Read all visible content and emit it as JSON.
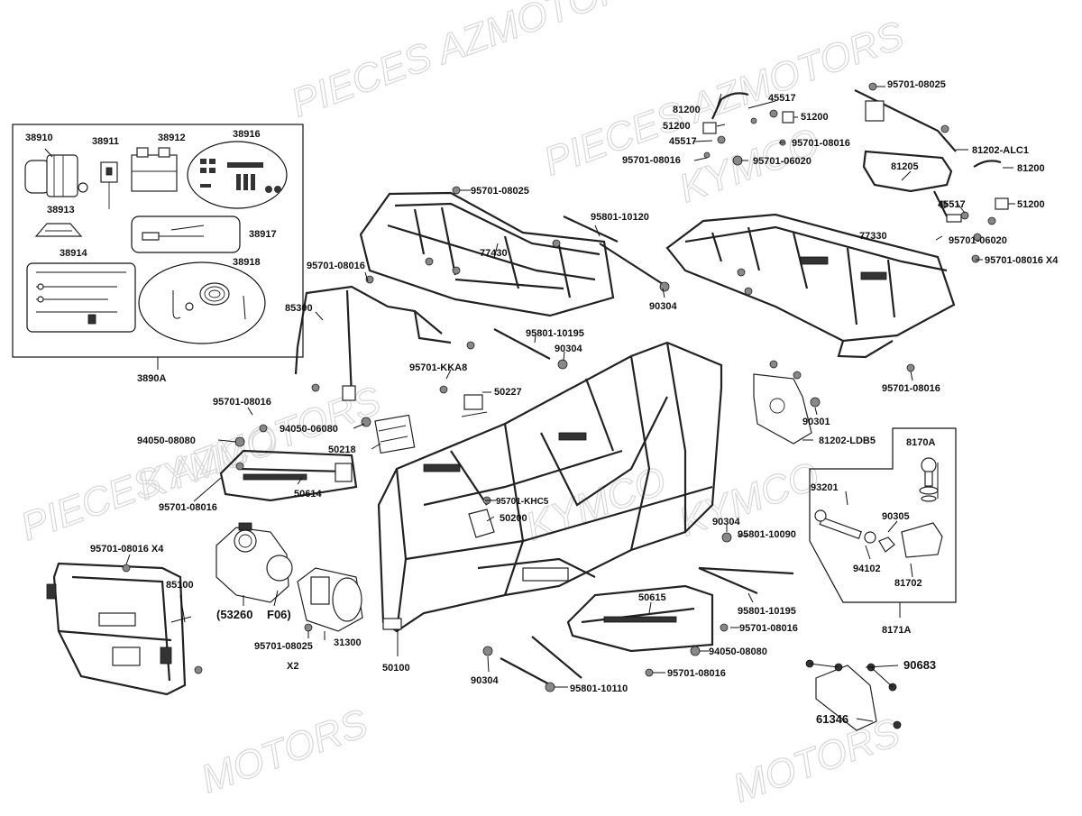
{
  "watermarks": [
    {
      "text": "PIECES AZMOTORS"
    },
    {
      "text": "PIECES AZMOTORS"
    },
    {
      "text": "KYMCO"
    },
    {
      "text": "KYMCO"
    },
    {
      "text": "PIECES AZMOTORS"
    },
    {
      "text": "KYMCO"
    },
    {
      "text": "KYMCO"
    },
    {
      "text": "MOTORS"
    },
    {
      "text": "MOTORS"
    }
  ],
  "labels": {
    "l38910": "38910",
    "l38911": "38911",
    "l38912": "38912",
    "l38916": "38916",
    "l38913": "38913",
    "l38917": "38917",
    "l38914": "38914",
    "l38918": "38918",
    "l3890A": "3890A",
    "l95701_08025_a": "95701-08025",
    "l77430": "77430",
    "l95801_10120": "95801-10120",
    "l95701_08016_a": "95701-08016",
    "l85300": "85300",
    "l90304_a": "90304",
    "l95801_10195_a": "95801-10195",
    "l90304_b": "90304",
    "l95701_KKA8": "95701-KKA8",
    "l50227": "50227",
    "l95701_08016_b": "95701-08016",
    "l94050_06080": "94050-06080",
    "l94050_08080_a": "94050-08080",
    "l50218": "50218",
    "l50614": "50614",
    "l95701_08016_c": "95701-08016",
    "l95701_KHC5": "95701-KHC5",
    "l50200": "50200",
    "l95701_08016_x4_a": "95701-08016 X4",
    "l85100": "85100",
    "l53260": "(53260",
    "lF06": "F06)",
    "l95701_08025_b": "95701-08025",
    "l31300": "31300",
    "lX2": "X2",
    "l50100": "50100",
    "l81200_a": "81200",
    "l45517_a": "45517",
    "l51200_a": "51200",
    "l51200_b": "51200",
    "l45517_b": "45517",
    "l95701_08016_d": "95701-08016",
    "l95701_08016_e": "95701-08016",
    "l95701_06020_a": "95701-06020",
    "l95701_08025_c": "95701-08025",
    "l81202_ALC1": "81202-ALC1",
    "l81205": "81205",
    "l81200_b": "81200",
    "l45517_c": "45517",
    "l51200_c": "51200",
    "l77330": "77330",
    "l95701_06020_b": "95701-06020",
    "l95701_08016_x4_b": "95701-08016 X4",
    "l95701_08016_f": "95701-08016",
    "l90301": "90301",
    "l81202_LDB5": "81202-LDB5",
    "l8170A": "8170A",
    "l93201": "93201",
    "l90305": "90305",
    "l94102": "94102",
    "l81702": "81702",
    "l8171A": "8171A",
    "l90304_c": "90304",
    "l95801_10090": "95801-10090",
    "l95801_10195_b": "95801-10195",
    "l50615": "50615",
    "l95701_08016_g": "95701-08016",
    "l94050_08080_b": "94050-08080",
    "l95701_08016_h": "95701-08016",
    "l90304_d": "90304",
    "l95801_10110": "95801-10110",
    "l90683": "90683",
    "l61346": "61346"
  },
  "colors": {
    "ink": "#111111",
    "watermark": "#d8d8d8",
    "background": "#ffffff"
  }
}
